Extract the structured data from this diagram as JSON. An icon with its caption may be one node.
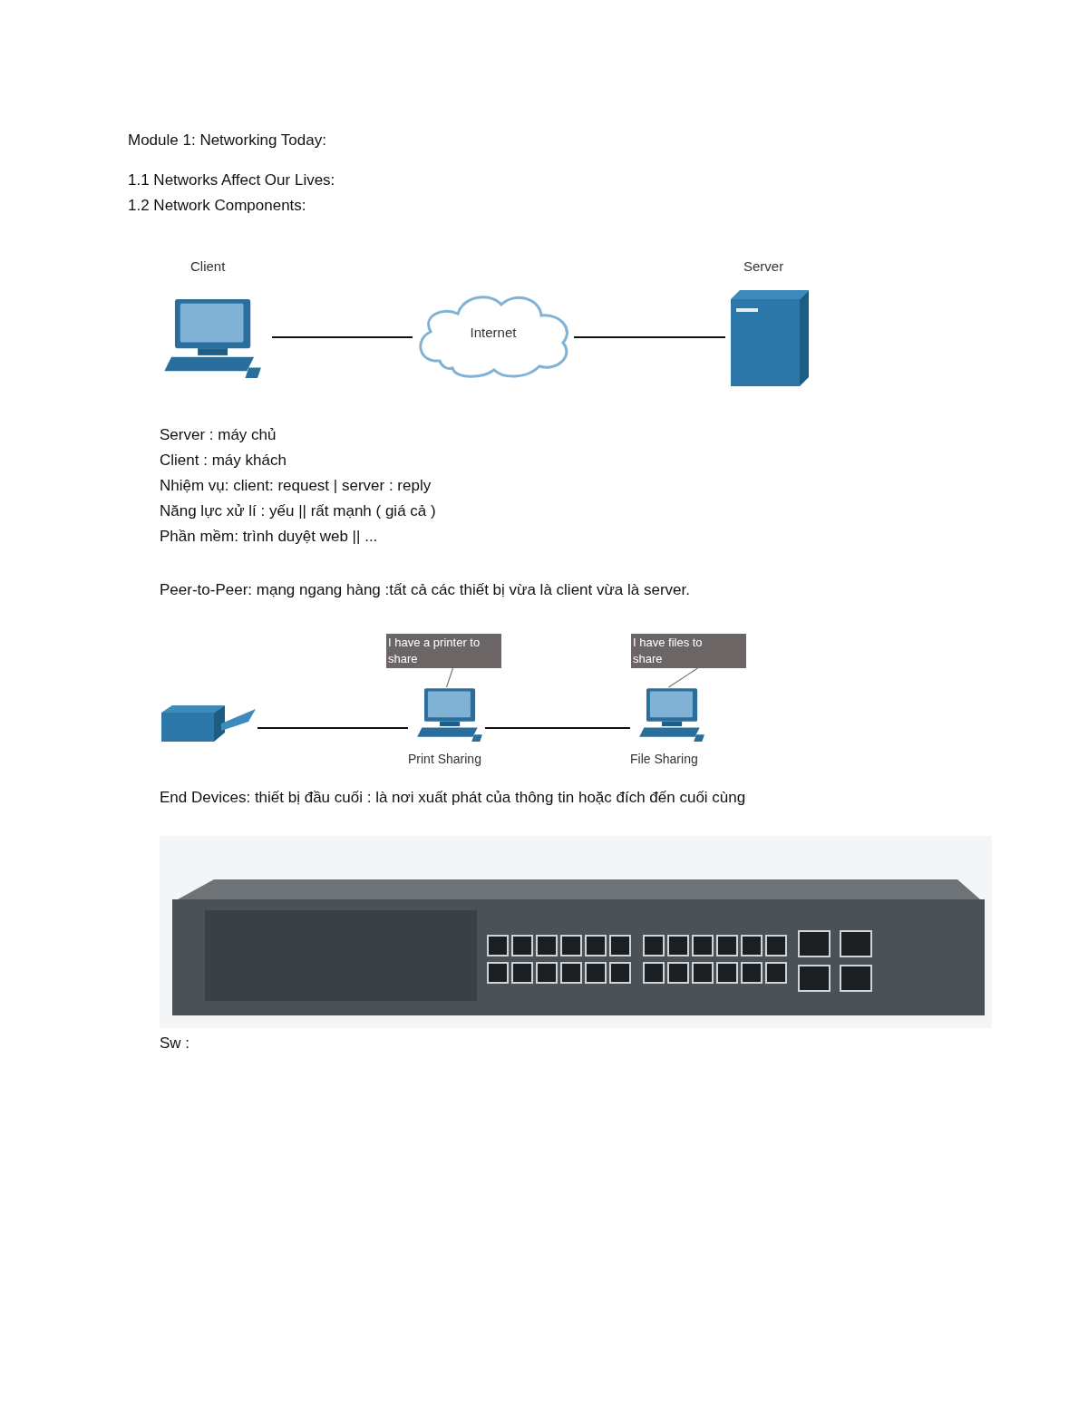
{
  "diagram": {
    "title": "Module 1: Networking Today:",
    "nodes": [
      {
        "text": [
          "Client"
        ]
      },
      {
        "text": [
          "Internet"
        ]
      },
      {
        "text": [
          "Server"
        ]
      },
      {
        "text": [],
        "shape": "picture"
      },
      {
        "text": [
          "Print Sharing"
        ]
      },
      {
        "text": [
          "File Sharing"
        ]
      },
      {
        "text": [
          "I have a printer to share"
        ]
      },
      {
        "text": [
          "I have files to share"
        ]
      }
    ],
    "edges": [
      {
        "from": 0,
        "to": 1,
        "arrow": "none"
      },
      {
        "from": 1,
        "to": 2,
        "arrow": "none"
      },
      {
        "from": 3,
        "to": 4,
        "arrow": "none"
      },
      {
        "from": 4,
        "to": 5,
        "arrow": "none"
      },
      {
        "from": 6,
        "to": 4,
        "arrow": "none",
        "color": "#777777"
      },
      {
        "from": 7,
        "to": 5,
        "arrow": "none",
        "color": "#777777"
      }
    ],
    "labels": [
      "1.1 Networks Affect Our Lives:",
      "1.2 Network Components:",
      "Server : máy chủ",
      "Client : máy khách",
      "Nhiệm vụ: client: request | server : reply",
      "Năng lực xử lí : yếu || rất mạnh ( giá cả )",
      "Phần mềm: trình duyệt web || ...",
      "Peer-to-Peer: mạng ngang hàng :tất cả các thiết bị vừa là client vừa là server.",
      "End Devices: thiết bị đầu cuối : là nơi xuất phát của thông tin hoặc đích đến cuối cùng",
      "Sw :"
    ]
  }
}
